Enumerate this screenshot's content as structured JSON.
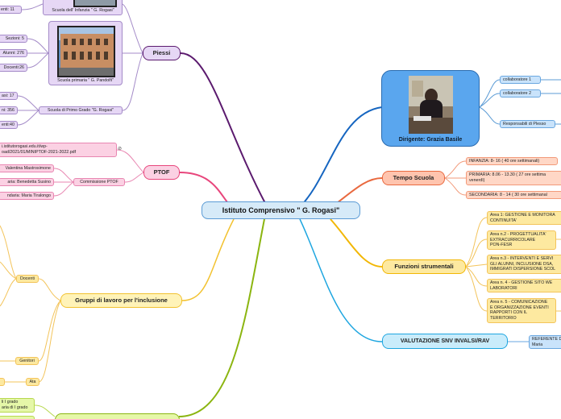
{
  "central": {
    "title": "Istituto Comprensivo \" G. Rogasi\""
  },
  "dirigente": {
    "label": "Dirigente: Grazia Basile",
    "collaboratori": [
      "collaboratore 1",
      "collaboratore 2",
      "Responsabili di Plesso"
    ]
  },
  "tempo": {
    "label": "Tempo Scuola",
    "items": [
      "INFANZIA: 8- 16 ( 40 ore settimanali)",
      "PRIMARIA: 8.06 - 13.30 ( 27 ore settima",
      "venerdì)",
      "SECONDARIA: 8 - 14 ( 30 ore settimanal"
    ]
  },
  "funzioni": {
    "label": "Funzioni strumentali",
    "items": [
      [
        "Area 1: GESTIONE E MONITORA",
        "CONTINUITA'"
      ],
      [
        "Area n.2 - PROGETTUALITA'",
        "EXTRACURRICOLARE",
        "PON-FESR"
      ],
      [
        "Area n.3 - INTERVENTI E SERVI",
        "GLI ALUNNI, INCLUSIONE DSA,",
        "IMMIGRATI DISPERSIONE SCOL"
      ],
      [
        "Area n. 4 - GESTIONE SITO WE",
        "LABORATORI"
      ],
      [
        "Area n. 5 - COMUNICAZIONE",
        "E ORGANIZZAZIONE EVENTI",
        "RAPPORTI CON IL",
        "TERRITORIO"
      ]
    ]
  },
  "valutazione": {
    "label": "VALUTAZIONE SNV INVALSI/RAV",
    "referente": [
      "REFERENTE D",
      "Maria"
    ]
  },
  "plessi": {
    "label": "Piessi",
    "infanzia": {
      "caption": "Scuola dell' Infanzia \" G. Rogasi\"",
      "detail": "enti: 11"
    },
    "primaria": {
      "caption": "Scuola primaria \" G. Pandolfi\"",
      "details": [
        "Sezioni: 5",
        "Alunni: 276",
        "Docenti:26"
      ]
    },
    "secondaria": {
      "caption": "Scuola di Primo Grado \"G. Rogasi\"",
      "details": [
        "asi: 17",
        "ni: 356",
        "enti:40"
      ]
    }
  },
  "ptof": {
    "label": "PTOF",
    "link": [
      "i.istitutorogasi.edu.it/wp-",
      "oad/2021/01/MINIPTOF-2021-2022.pdf"
    ],
    "commissione": "Commissione PTOF",
    "members": [
      "Valentina Mastrosimone",
      "aria: Benedetta Susino",
      "ndaria: Maria Tiralongo"
    ]
  },
  "gruppi": {
    "label": "Gruppi di lavoro per l'inclusione",
    "members": [
      "Docenti",
      "Genitori",
      "Ata"
    ]
  },
  "bottom": {
    "items": [
      "li I grado",
      "aria di I grado"
    ]
  },
  "colors": {
    "blue": "#1565c0",
    "orange": "#e9693f",
    "yellow": "#f2b705",
    "green": "#8bb510",
    "purple": "#5b1a6e",
    "pink": "#e8467c"
  }
}
